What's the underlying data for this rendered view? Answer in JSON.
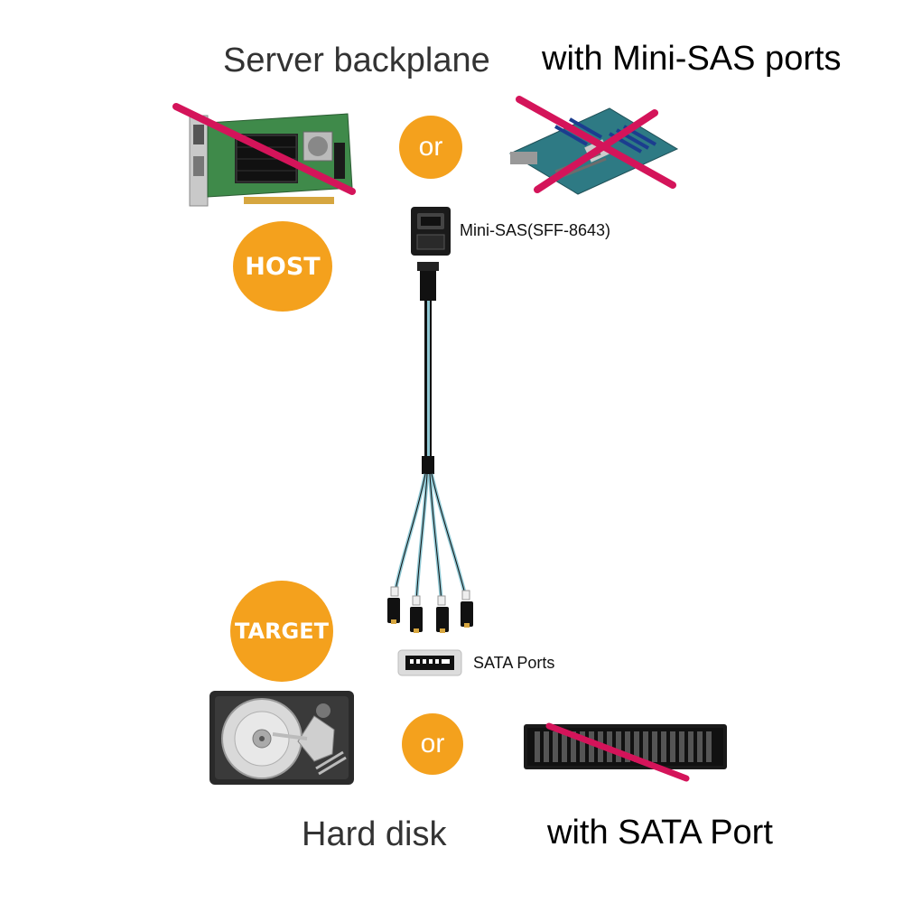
{
  "headings": {
    "server_backplane": "Server backplane",
    "with_mini_sas": "with Mini-SAS ports",
    "hard_disk": "Hard disk",
    "with_sata_port": "with SATA Port"
  },
  "badges": {
    "host": "HOST",
    "target": "TARGET",
    "or_top": "or",
    "or_bottom": "or"
  },
  "connector_labels": {
    "mini_sas": "Mini-SAS(SFF-8643)",
    "sata_ports": "SATA Ports"
  },
  "colors": {
    "badge_orange": "#f4a11d",
    "cross_red": "#d4145a",
    "cable_blue": "#8fc8d4",
    "cable_black": "#111111",
    "pcb_green": "#3f8a4a",
    "board_teal": "#2e7a84"
  }
}
